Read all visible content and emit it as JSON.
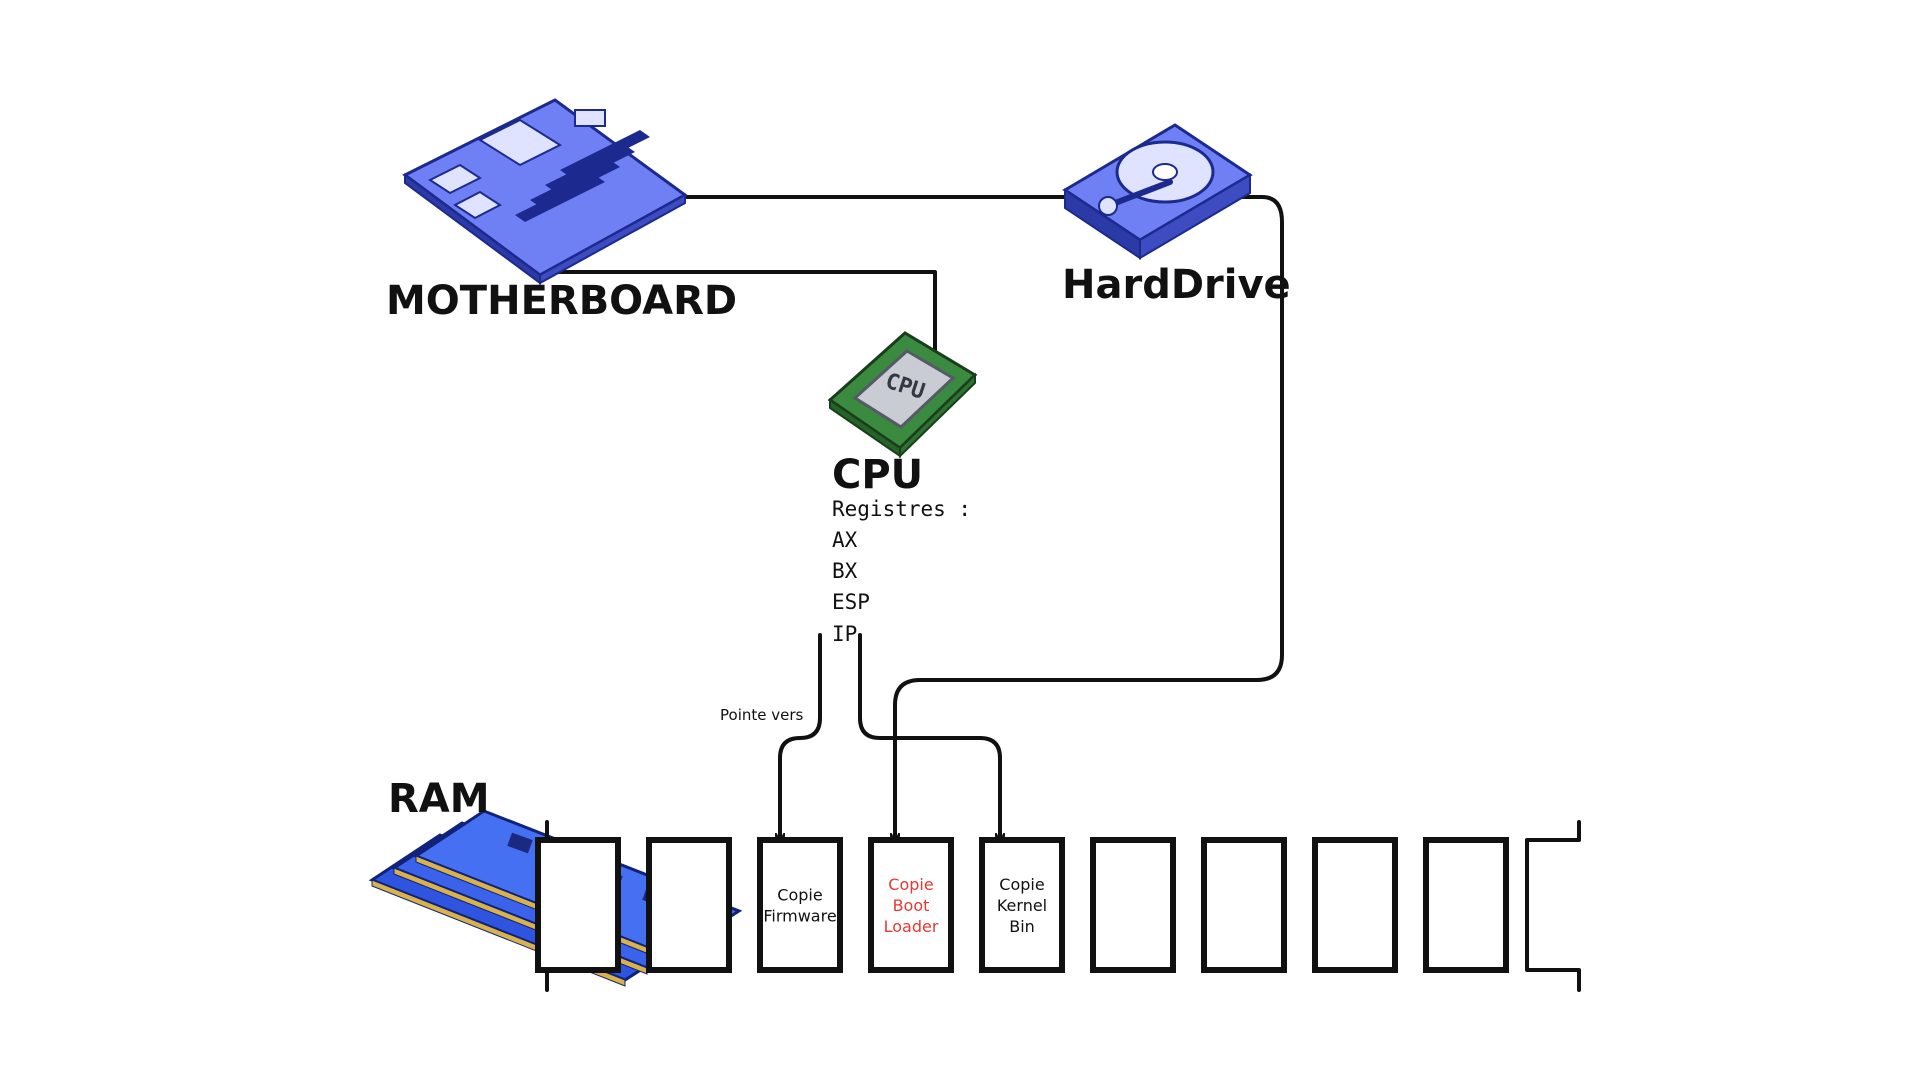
{
  "components": {
    "motherboard": {
      "label": "MOTHERBOARD"
    },
    "harddrive": {
      "label": "HardDrive"
    },
    "cpu": {
      "label": "CPU",
      "chip_text": "CPU",
      "registers_title": "Registres :",
      "registers": [
        "AX",
        "BX",
        "ESP",
        "IP"
      ]
    },
    "ram": {
      "label": "RAM"
    }
  },
  "arrows": {
    "ip_arrow_label": "Pointe vers"
  },
  "ram_cells": [
    {
      "lines": []
    },
    {
      "lines": []
    },
    {
      "lines": [
        "Copie",
        "Firmware"
      ],
      "color": "#111111"
    },
    {
      "lines": [
        "Copie",
        "Boot",
        "Loader"
      ],
      "color": "#e53935"
    },
    {
      "lines": [
        "Copie",
        "Kernel",
        "Bin"
      ],
      "color": "#111111"
    },
    {
      "lines": []
    },
    {
      "lines": []
    },
    {
      "lines": []
    },
    {
      "lines": []
    }
  ],
  "colors": {
    "icon_blue": "#5b6cf0",
    "icon_blue_dark": "#1c2a8f",
    "cpu_green": "#3a8a3f",
    "cpu_silver": "#c9ccd3",
    "highlight_red": "#e53935"
  }
}
